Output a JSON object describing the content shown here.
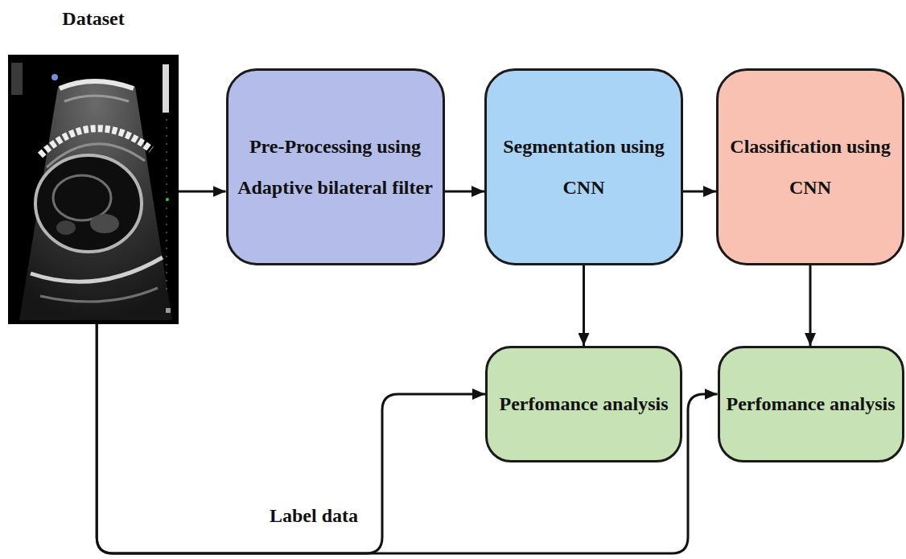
{
  "diagram": {
    "nodes": [
      {
        "text": [
          "Dataset"
        ]
      },
      {
        "text": [
          "Pre-Processing using Adaptive bilateral filter"
        ]
      },
      {
        "text": [
          "Segmentation using CNN"
        ]
      },
      {
        "text": [
          "Classification using CNN"
        ]
      },
      {
        "text": [
          "Perfomance analysis"
        ]
      },
      {
        "text": [
          "Perfomance analysis"
        ]
      }
    ],
    "edges": [
      {
        "from": 0,
        "to": 1,
        "arrow": "to"
      },
      {
        "from": 1,
        "to": 2,
        "arrow": "to"
      },
      {
        "from": 2,
        "to": 3,
        "arrow": "to"
      },
      {
        "from": 2,
        "to": 4,
        "arrow": "to"
      },
      {
        "from": 3,
        "to": 5,
        "arrow": "to"
      },
      {
        "from": 0,
        "to": 4,
        "label": "Label data",
        "arrow": "to"
      },
      {
        "from": 0,
        "to": 5,
        "arrow": "to"
      }
    ]
  }
}
